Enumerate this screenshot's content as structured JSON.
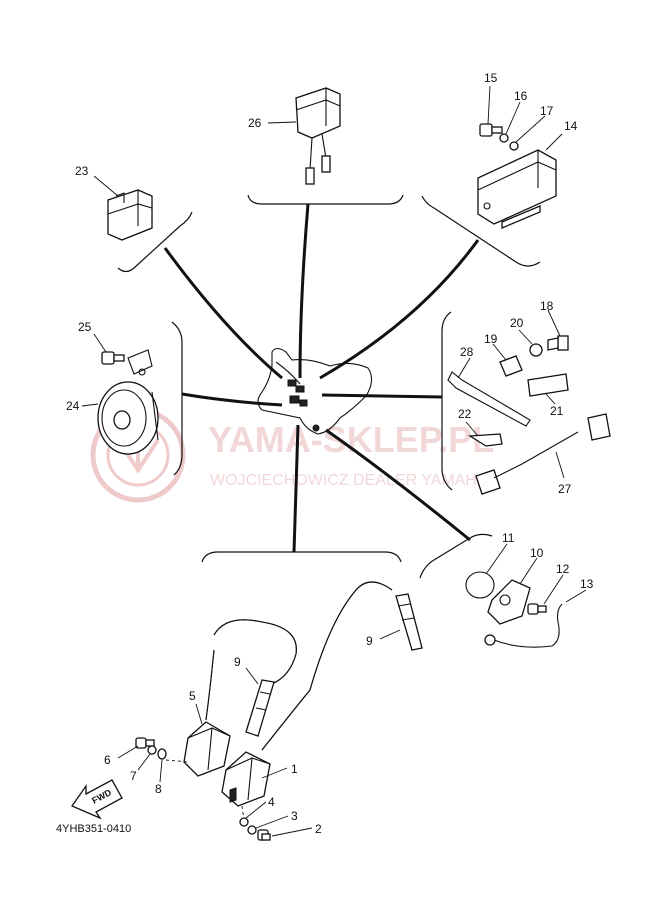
{
  "diagram": {
    "code": "4YHB351-0410",
    "fwd_label": "FWD",
    "watermark": {
      "brand": "YAMA-SKLEP.PL",
      "tagline": "WOJCIECHOWICZ DEALER YAMAHA"
    },
    "callouts": {
      "p1": "1",
      "p2": "2",
      "p3": "3",
      "p4": "4",
      "p5": "5",
      "p6": "6",
      "p7": "7",
      "p8": "8",
      "p9a": "9",
      "p9b": "9",
      "p10": "10",
      "p11": "11",
      "p12": "12",
      "p13": "13",
      "p14": "14",
      "p15": "15",
      "p16": "16",
      "p17": "17",
      "p18": "18",
      "p19": "19",
      "p20": "20",
      "p21": "21",
      "p22": "22",
      "p23": "23",
      "p24": "24",
      "p25": "25",
      "p26": "26",
      "p27": "27",
      "p28": "28"
    }
  }
}
